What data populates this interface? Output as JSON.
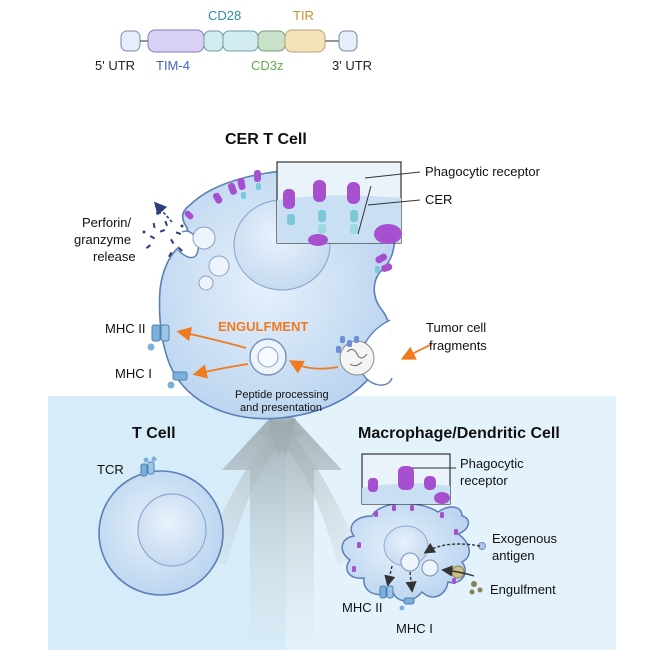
{
  "construct": {
    "segments": {
      "utr5": "5' UTR",
      "tim4": "TIM-4",
      "cd28": "CD28",
      "cd3z": "CD3z",
      "tir": "TIR",
      "utr3": "3' UTR"
    },
    "colors": {
      "utr": "#e6eefc",
      "tim4": "#d9d1f5",
      "cd28": "#d2ecf1",
      "cd3z": "#c9e0c9",
      "tir": "#f2e3bb",
      "tim4_text": "#3c64c8",
      "cd28_text": "#2a8ea8",
      "cd3z_text": "#6aa84f",
      "tir_text": "#c9932e"
    }
  },
  "cer_t_cell": {
    "title": "CER T Cell",
    "labels": {
      "phagocytic_receptor": "Phagocytic receptor",
      "cer": "CER",
      "perforin": "Perforin/",
      "granzyme": "granzyme",
      "release": "release",
      "mhc2": "MHC II",
      "mhc1": "MHC I",
      "engulfment": "ENGULFMENT",
      "tumor1": "Tumor cell",
      "tumor2": "fragments",
      "peptide1": "Peptide processing",
      "peptide2": "and presentation"
    }
  },
  "t_cell": {
    "title": "T Cell",
    "tcr": "TCR"
  },
  "apc": {
    "title": "Macrophage/Dendritic Cell",
    "labels": {
      "phago1": "Phagocytic",
      "phago2": "receptor",
      "exo1": "Exogenous",
      "exo2": "antigen",
      "engulfment": "Engulfment",
      "mhc2": "MHC II",
      "mhc1": "MHC I"
    }
  },
  "colors": {
    "panel_bg": "#e4f3fb",
    "cell_fill": "#c9dff4",
    "cell_stroke": "#5b7fb8",
    "receptor": "#a64fcf",
    "engulf_orange": "#f07a1e",
    "granule": "#2d3f78"
  }
}
